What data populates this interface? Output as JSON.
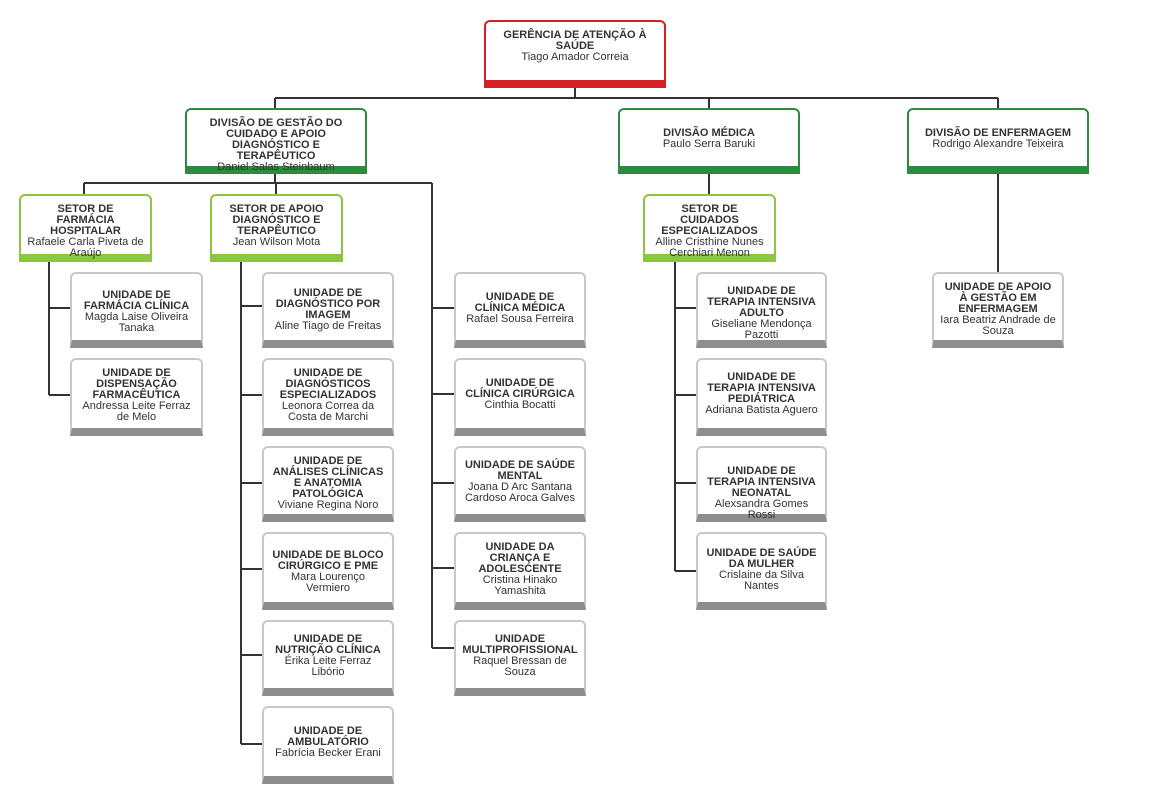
{
  "colors": {
    "root": "#d32027",
    "division": "#2d8a3e",
    "sector": "#8cc63f",
    "unit": "#8e8e8e",
    "connector": "#333333"
  },
  "root": {
    "title": "GERÊNCIA DE ATENÇÃO À SAÚDE",
    "name": "Tiago Amador Correia"
  },
  "divisions": [
    {
      "title": "DIVISÃO DE GESTÃO DO CUIDADO E APOIO DIAGNÓSTICO E TERAPÊUTICO",
      "name": "Daniel Salas Steinbaum"
    },
    {
      "title": "DIVISÃO MÉDICA",
      "name": "Paulo Serra Baruki"
    },
    {
      "title": "DIVISÃO DE ENFERMAGEM",
      "name": "Rodrigo Alexandre Teixeira"
    }
  ],
  "sectors": [
    {
      "title": "SETOR DE FARMÁCIA HOSPITALAR",
      "name": "Rafaele Carla Piveta de Araújo"
    },
    {
      "title": "SETOR DE APOIO DIAGNÓSTICO E TERAPÊUTICO",
      "name": "Jean Wilson Mota"
    },
    {
      "title": "SETOR DE CUIDADOS ESPECIALIZADOS",
      "name": "Alline Cristhine Nunes Cerchiari Menon"
    }
  ],
  "farmacia_units": [
    {
      "title": "UNIDADE DE FARMÁCIA CLÍNICA",
      "name": "Magda Laise Oliveira Tanaka"
    },
    {
      "title": "UNIDADE DE DISPENSAÇÃO FARMACÊUTICA",
      "name": "Andressa Leite Ferraz de Melo"
    }
  ],
  "apoio_units": [
    {
      "title": "UNIDADE DE DIAGNÓSTICO POR IMAGEM",
      "name": "Aline Tiago de Freitas"
    },
    {
      "title": "UNIDADE DE DIAGNÓSTICOS ESPECIALIZADOS",
      "name": "Leonora Correa da Costa de Marchi"
    },
    {
      "title": "UNIDADE DE ANÁLISES CLÍNICAS E ANATOMIA PATOLÓGICA",
      "name": "Viviane Regina Noro"
    },
    {
      "title": "UNIDADE DE BLOCO CIRÚRGICO E PME",
      "name": "Mara Lourenço Vermiero"
    },
    {
      "title": "UNIDADE DE NUTRIÇÃO CLÍNICA",
      "name": "Érika Leite Ferraz Libório"
    },
    {
      "title": "UNIDADE DE AMBULATÓRIO",
      "name": "Fabrícia Becker Erani"
    }
  ],
  "gestao_units": [
    {
      "title": "UNIDADE DE CLÍNICA MÉDICA",
      "name": "Rafael Sousa Ferreira"
    },
    {
      "title": "UNIDADE DE CLÍNICA CIRÚRGICA",
      "name": "Cinthia Bocatti"
    },
    {
      "title": "UNIDADE DE SAÚDE MENTAL",
      "name": "Joana D Arc Santana Cardoso Aroca Galves"
    },
    {
      "title": "UNIDADE DA CRIANÇA E ADOLESCENTE",
      "name": "Cristina Hinako Yamashita"
    },
    {
      "title": "UNIDADE MULTIPROFISSIONAL",
      "name": "Raquel Bressan de Souza"
    }
  ],
  "cuidados_units": [
    {
      "title": "UNIDADE DE TERAPIA INTENSIVA ADULTO",
      "name": "Giseliane Mendonça Pazotti"
    },
    {
      "title": "UNIDADE DE TERAPIA INTENSIVA PEDIÁTRICA",
      "name": "Adriana Batista Aguero"
    },
    {
      "title": "UNIDADE DE TERAPIA INTENSIVA NEONATAL",
      "name": "Alexsandra Gomes Rossi"
    },
    {
      "title": "UNIDADE DE SAÚDE DA MULHER",
      "name": "Crislaine da Silva Nantes"
    }
  ],
  "enfermagem_units": [
    {
      "title": "UNIDADE DE APOIO À GESTÃO EM ENFERMAGEM",
      "name": "Iara Beatriz Andrade de Souza"
    }
  ]
}
